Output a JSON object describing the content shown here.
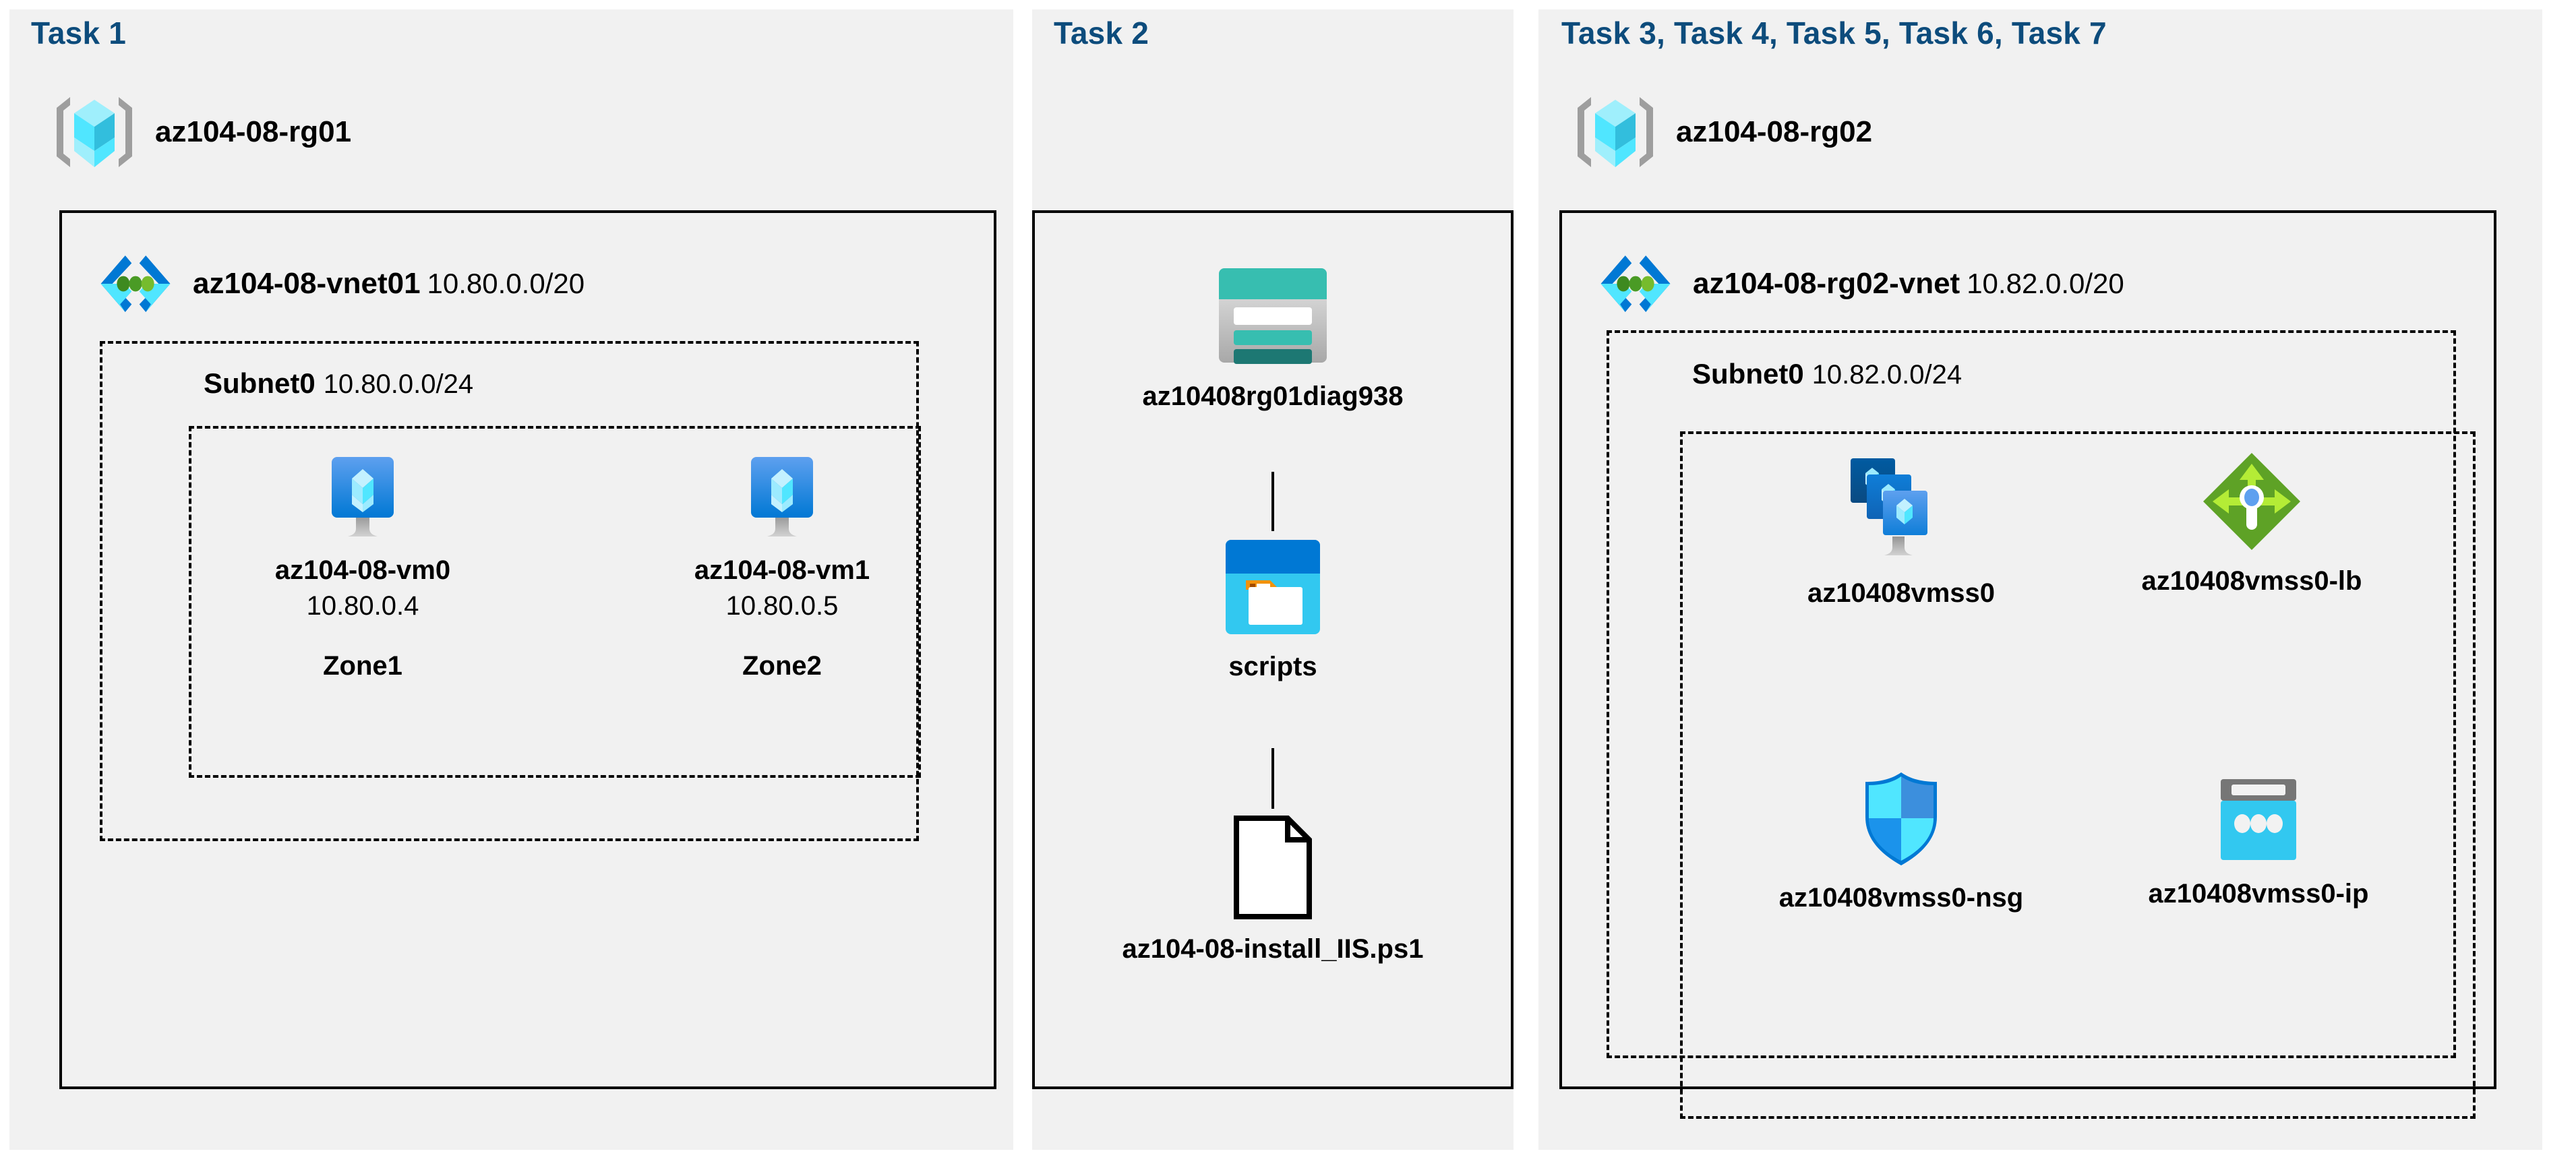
{
  "panels": [
    {
      "title": "Task 1"
    },
    {
      "title": "Task 2"
    },
    {
      "title": "Task 3, Task 4, Task 5, Task 6, Task 7"
    }
  ],
  "left": {
    "resource_group": {
      "name": "az104-08-rg01",
      "icon": "resource-group-icon"
    },
    "vnet": {
      "name": "az104-08-vnet01",
      "cidr": "10.80.0.0/20",
      "icon": "virtual-network-icon"
    },
    "subnet": {
      "name": "Subnet0",
      "cidr": "10.80.0.0/24"
    },
    "vms": [
      {
        "name": "az104-08-vm0",
        "ip": "10.80.0.4",
        "zone": "Zone1",
        "icon": "virtual-machine-icon"
      },
      {
        "name": "az104-08-vm1",
        "ip": "10.80.0.5",
        "zone": "Zone2",
        "icon": "virtual-machine-icon"
      }
    ]
  },
  "middle": {
    "storage_account": {
      "name": "az10408rg01diag938",
      "icon": "storage-account-icon"
    },
    "container": {
      "name": "scripts",
      "icon": "blob-container-icon"
    },
    "file": {
      "name": "az104-08-install_IIS.ps1",
      "icon": "file-icon"
    }
  },
  "right": {
    "resource_group": {
      "name": "az104-08-rg02",
      "icon": "resource-group-icon"
    },
    "vnet": {
      "name": "az104-08-rg02-vnet",
      "cidr": "10.82.0.0/20",
      "icon": "virtual-network-icon"
    },
    "subnet": {
      "name": "Subnet0",
      "cidr": "10.82.0.0/24"
    },
    "resources": [
      {
        "name": "az10408vmss0",
        "icon": "vm-scale-set-icon"
      },
      {
        "name": "az10408vmss0-lb",
        "icon": "load-balancer-icon"
      },
      {
        "name": "az10408vmss0-nsg",
        "icon": "network-security-group-icon"
      },
      {
        "name": "az10408vmss0-ip",
        "icon": "public-ip-address-icon"
      }
    ]
  },
  "colors": {
    "task_title": "#0d4c7c",
    "panel_bg": "#f1f1f1",
    "border": "#000000",
    "azure_blue": "#0078d4",
    "cyan": "#32c8f0",
    "teal": "#37beb0",
    "dark_teal": "#1d7873",
    "green": "#5ea226",
    "orange": "#f2920b",
    "gray": "#9e9e9e"
  }
}
